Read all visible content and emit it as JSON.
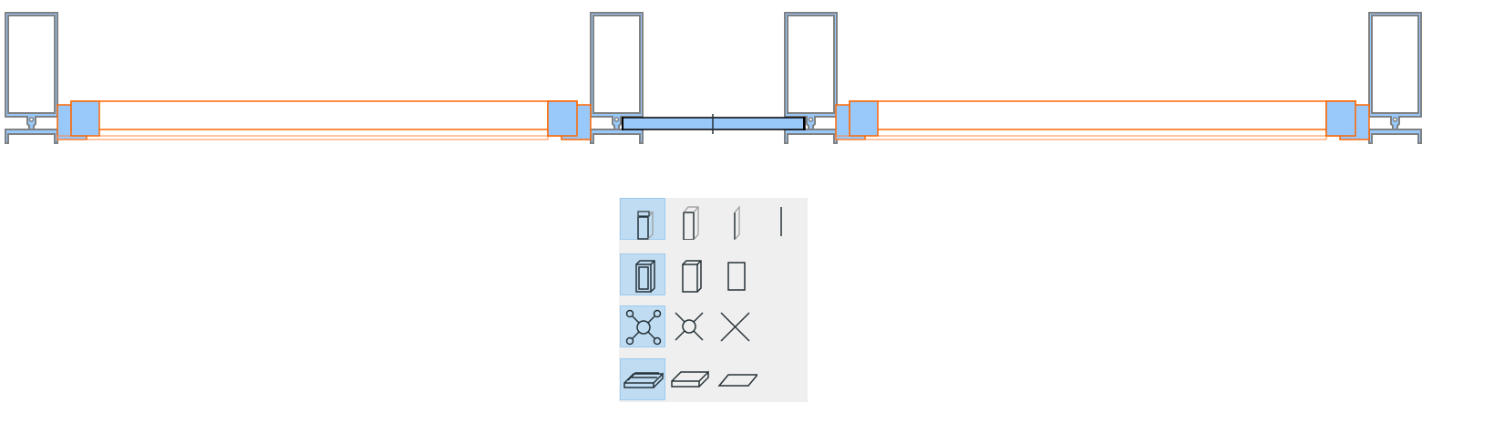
{
  "colors": {
    "frame_stroke": "#7f8183",
    "frame_fill": "#99c9fb",
    "sash_outline": "#ff6600",
    "glass_fill": "#99c9fb",
    "palette_bg": "#efefef",
    "selected_bg": "#c0dcf2",
    "selected_border": "#9dcbef",
    "icon_stroke": "#263238"
  },
  "plan_view": {
    "mullions": [
      "mullion-left",
      "mullion-center-left",
      "mullion-center-right",
      "mullion-right"
    ],
    "panels": [
      "sliding-sash-left",
      "fixed-glass-center",
      "sliding-sash-right"
    ]
  },
  "detail_palette": {
    "rows": [
      {
        "name": "3d-detail-level",
        "selected": 0,
        "options": [
          "detailed-3d-icon",
          "simple-3d-icon",
          "thin-3d-icon",
          "line-icon"
        ]
      },
      {
        "name": "frame-detail-level",
        "selected": 0,
        "options": [
          "frame-detailed-icon",
          "frame-simple-icon",
          "frame-rect-icon"
        ]
      },
      {
        "name": "opening-symbol",
        "selected": 0,
        "options": [
          "opening-detailed-icon",
          "opening-circle-icon",
          "opening-cross-icon"
        ]
      },
      {
        "name": "sill-detail-level",
        "selected": 0,
        "options": [
          "sill-detailed-icon",
          "sill-block-icon",
          "sill-flat-icon"
        ]
      }
    ]
  }
}
